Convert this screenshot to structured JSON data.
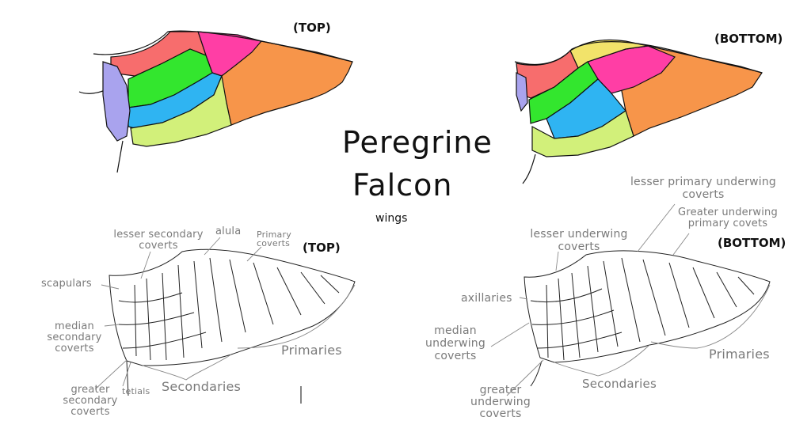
{
  "title": {
    "line1": "Peregrine",
    "line2": "Falcon",
    "subtitle": "wings"
  },
  "tags": {
    "top_colored": "(TOP)",
    "bottom_colored": "(BOTTOM)",
    "top_labeled": "(TOP)",
    "bottom_labeled": "(BOTTOM)"
  },
  "top_labels": {
    "lesser_secondary_coverts": "lesser secondary coverts",
    "alula": "alula",
    "primary_coverts": "Primary coverts",
    "scapulars": "scapulars",
    "median_secondary_coverts": "median secondary coverts",
    "greater_secondary_coverts": "greater secondary coverts",
    "tertials": "tetials",
    "secondaries": "Secondaries",
    "primaries": "Primaries"
  },
  "bottom_labels": {
    "lesser_primary_underwing_coverts": "lesser primary underwing coverts",
    "greater_underwing_primary_coverts": "Greater underwing primary covets",
    "lesser_underwing_coverts": "lesser underwing coverts",
    "axillaries": "axillaries",
    "median_underwing_coverts": "median underwing coverts",
    "greater_underwing_coverts": "greater underwing coverts",
    "secondaries": "Secondaries",
    "primaries": "Primaries"
  },
  "colors": {
    "primaries": "#f7954a",
    "primary_coverts": "#ff3ea5",
    "lesser_coverts": "#f76d6d",
    "median_coverts": "#33e62e",
    "greater_coverts": "#2fb4f2",
    "secondaries": "#d2f07a",
    "scapulars": "#a9a3ee",
    "underwing_lesser": "#f2e36a",
    "outline": "#111111",
    "label": "#7a7a7a"
  }
}
